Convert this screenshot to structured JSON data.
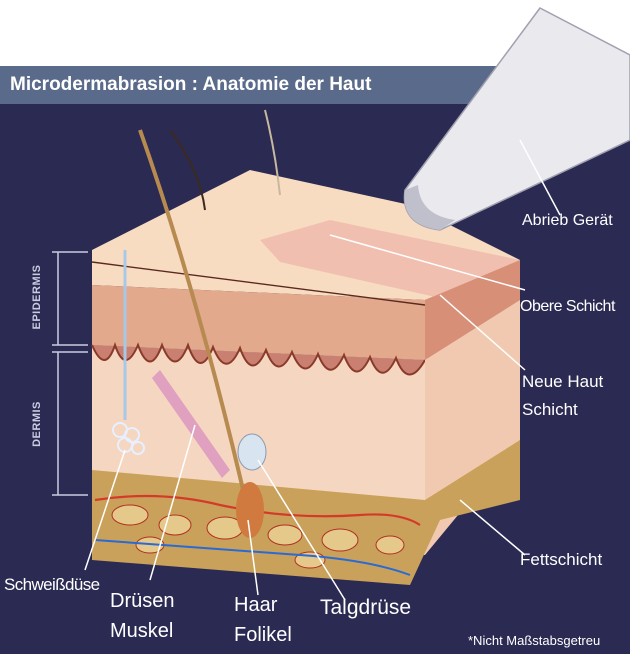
{
  "title": "Microdermabrasion : Anatomie der Haut",
  "side_labels": {
    "epidermis": "EPIDERMIS",
    "dermis": "DERMIS"
  },
  "labels": {
    "abrieb_geraet": "Abrieb Gerät",
    "obere_schicht": "Obere Schicht",
    "neue_haut_schicht_1": "Neue Haut",
    "neue_haut_schicht_2": "Schicht",
    "fettschicht": "Fettschicht",
    "schweissdruese": "Schweißdüse",
    "druesen_muskel_1": "Drüsen",
    "druesen_muskel_2": "Muskel",
    "haar_folikel_1": "Haar",
    "haar_folikel_2": "Folikel",
    "talgdruese": "Talgdrüse",
    "footnote": "*Nicht Maßstabsgetreu"
  },
  "colors": {
    "background": "#2b2a52",
    "title_bar": "#5a6a8a",
    "epidermis": "#f3c9a8",
    "dermis": "#f7d9c4",
    "fat": "#c9a15a",
    "vessel": "#d43a2a",
    "tool": "#e9e9ee"
  }
}
